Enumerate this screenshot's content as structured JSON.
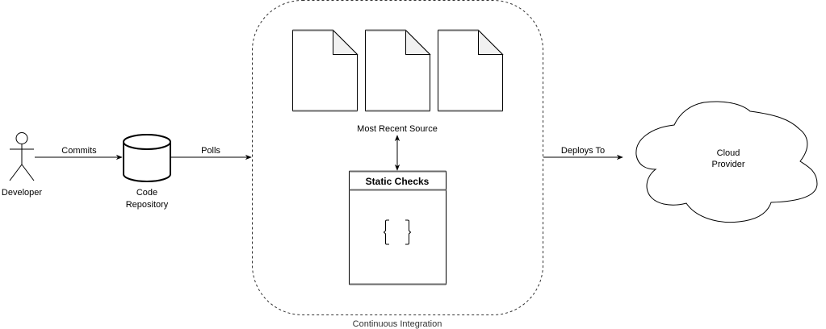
{
  "diagram": {
    "nodes": {
      "developer": {
        "label": "Developer",
        "shape": "actor"
      },
      "repository": {
        "label_lines": [
          "Code",
          "Repository"
        ],
        "shape": "cylinder"
      },
      "ci_container": {
        "label": "Continuous Integration",
        "shape": "dashed-rounded-rect"
      },
      "source_docs": {
        "label": "Most Recent Source",
        "count": 3,
        "shape": "document"
      },
      "static_checks": {
        "title": "Static Checks",
        "icon": "curly-braces-icon",
        "shape": "swimlane"
      },
      "cloud": {
        "label_lines": [
          "Cloud",
          "Provider"
        ],
        "shape": "cloud"
      }
    },
    "edges": [
      {
        "from": "developer",
        "to": "repository",
        "label": "Commits",
        "direction": "forward"
      },
      {
        "from": "repository",
        "to": "ci_container",
        "label": "Polls",
        "direction": "forward"
      },
      {
        "from": "source_docs",
        "to": "static_checks",
        "label": "",
        "direction": "both"
      },
      {
        "from": "ci_container",
        "to": "cloud",
        "label": "Deploys To",
        "direction": "forward"
      }
    ],
    "colors": {
      "stroke": "#000000",
      "doc_fold_fill": "#f1f1f1",
      "doc_edge": "#6b6b6b",
      "container_dash": "#333333",
      "background": "#ffffff"
    }
  }
}
